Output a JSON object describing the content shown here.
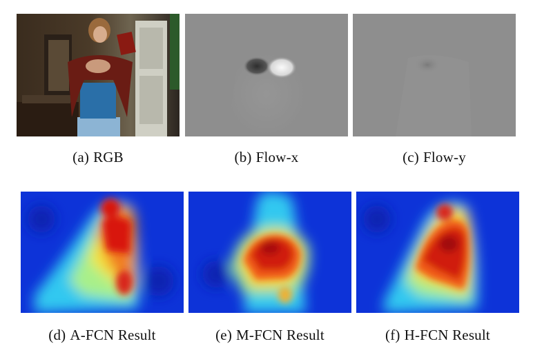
{
  "figure": {
    "panels": [
      {
        "id": "a",
        "tag": "(a)",
        "label": "RGB",
        "kind": "photo"
      },
      {
        "id": "b",
        "tag": "(b)",
        "label": "Flow-x",
        "kind": "flow"
      },
      {
        "id": "c",
        "tag": "(c)",
        "label": "Flow-y",
        "kind": "flow"
      },
      {
        "id": "d",
        "tag": "(d)",
        "label": "A-FCN Result",
        "kind": "heatmap"
      },
      {
        "id": "e",
        "tag": "(e)",
        "label": "M-FCN Result",
        "kind": "heatmap"
      },
      {
        "id": "f",
        "tag": "(f)",
        "label": "H-FCN Result",
        "kind": "heatmap"
      }
    ],
    "colors": {
      "heat_low": "#0a2fd0",
      "heat_mid": "#35e0e8",
      "heat_high": "#e81a10",
      "flow_bg": "#8e8e8e"
    }
  }
}
